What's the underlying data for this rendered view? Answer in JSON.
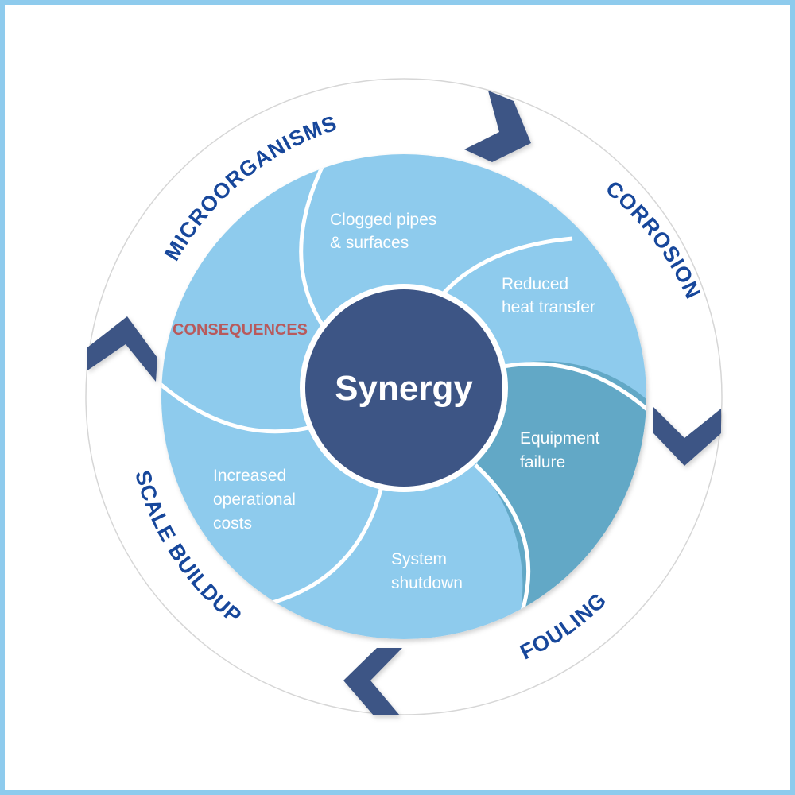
{
  "diagram": {
    "center_label": "Synergy",
    "section_title": "CONSEQUENCES",
    "ring_labels": [
      "MICROORGANISMS",
      "CORROSION",
      "FOULING",
      "SCALE BUILDUP"
    ],
    "consequences": [
      {
        "lines": [
          "Clogged pipes",
          "& surfaces"
        ]
      },
      {
        "lines": [
          "Reduced",
          "heat transfer"
        ]
      },
      {
        "lines": [
          "Equipment",
          "failure"
        ]
      },
      {
        "lines": [
          "System",
          "shutdown"
        ]
      },
      {
        "lines": [
          "Increased",
          "operational",
          "costs"
        ]
      }
    ],
    "colors": {
      "frame": "#8ecbed",
      "petal_light": "#8ecbed",
      "petal_highlight": "#62a8c6",
      "center": "#3d5585",
      "chevron": "#3d5585",
      "ring_text": "#17479b",
      "section_title": "#b85a5c"
    }
  }
}
